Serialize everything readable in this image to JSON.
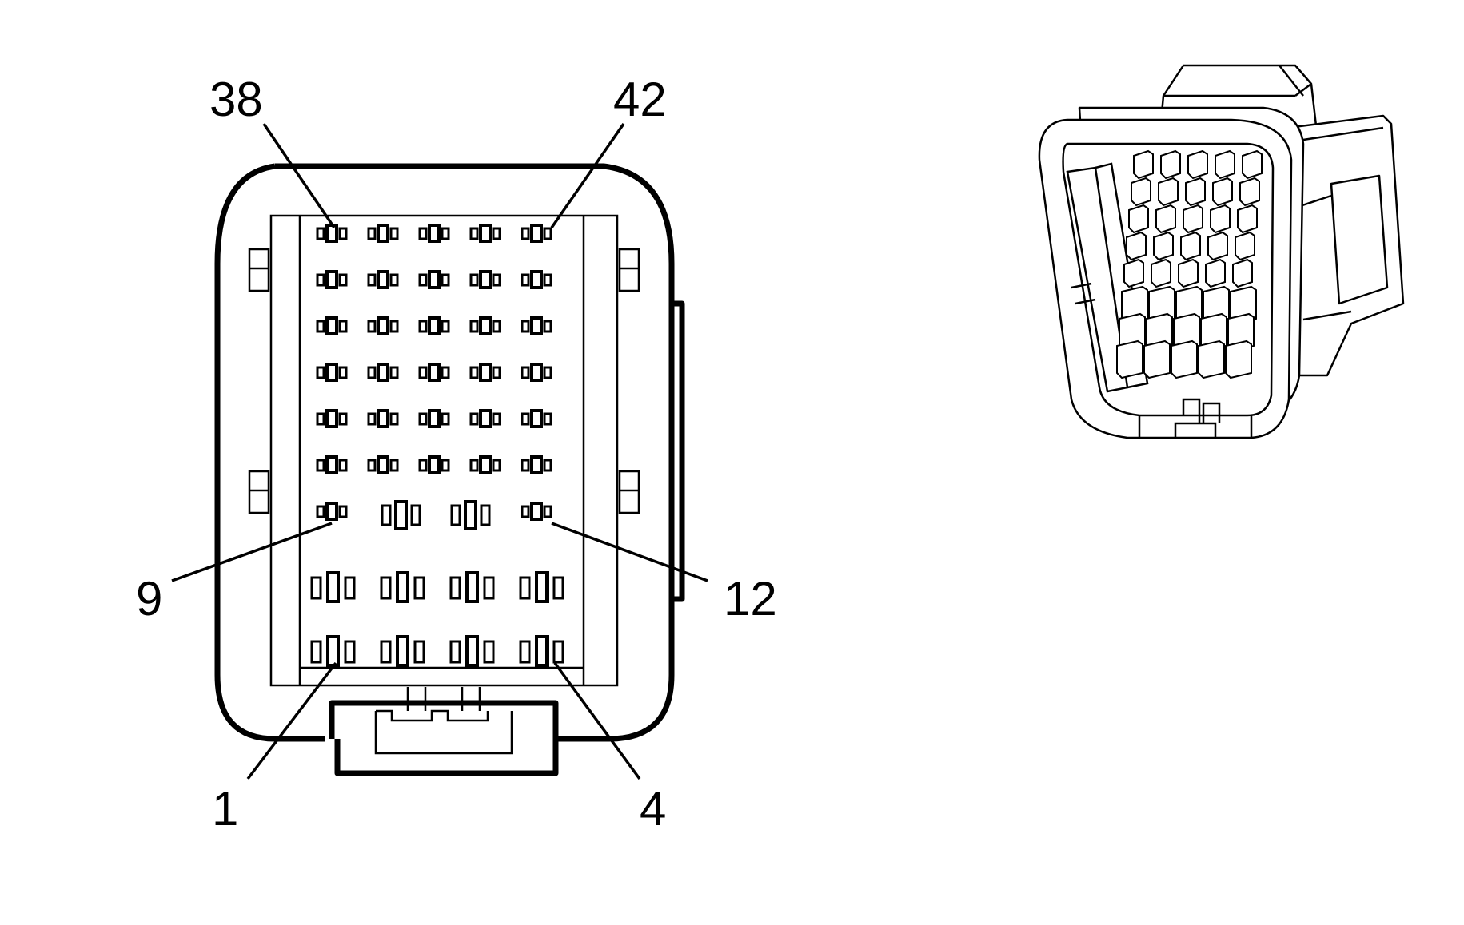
{
  "pin_labels": {
    "p38": "38",
    "p42": "42",
    "p9": "9",
    "p12": "12",
    "p1": "1",
    "p4": "4"
  },
  "connector": {
    "upper_rows": 6,
    "upper_groups_per_row": 5,
    "lower_rows": 2,
    "lower_groups_per_row": 4
  }
}
